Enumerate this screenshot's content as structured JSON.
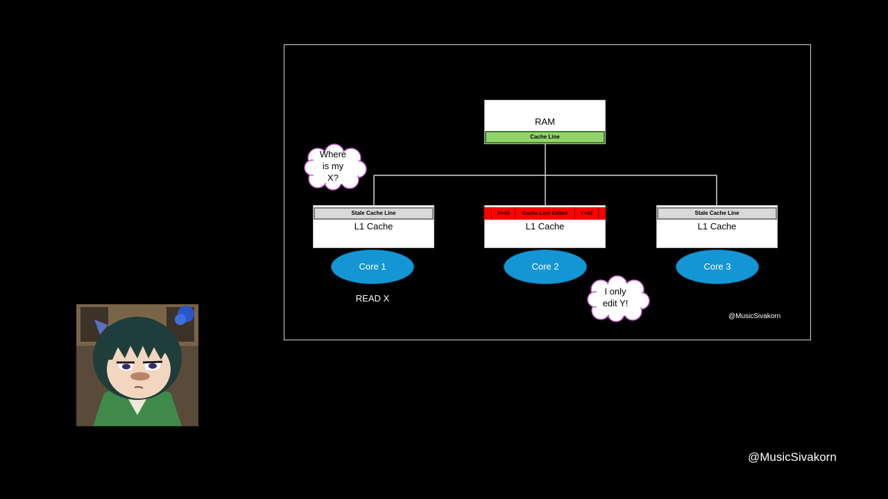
{
  "diagram": {
    "ram": {
      "label": "RAM",
      "cache_line": "Cache Line"
    },
    "caches": [
      {
        "label": "L1 Cache",
        "line": "Stale Cache Line"
      },
      {
        "label": "L1 Cache",
        "line_segments": [
          "X=40",
          "Cache Line Edited",
          "Y=42"
        ]
      },
      {
        "label": "L1 Cache",
        "line": "Stale Cache Line"
      }
    ],
    "cores": [
      "Core 1",
      "Core 2",
      "Core 3"
    ],
    "read_label": "READ X",
    "bubble_left": [
      "Where",
      "is my",
      "X?"
    ],
    "bubble_right": [
      "I only",
      "edit Y!"
    ],
    "watermark": "@MusicSivakorn"
  },
  "footer_credit": "@MusicSivakorn",
  "colors": {
    "background": "#000000",
    "ram_line": "#92d36e",
    "stale_line": "#d9d9d9",
    "edited_line": "#ff0000",
    "core": "#1596d4"
  },
  "icons": {
    "avatar": "anime-girl-avatar-image"
  }
}
